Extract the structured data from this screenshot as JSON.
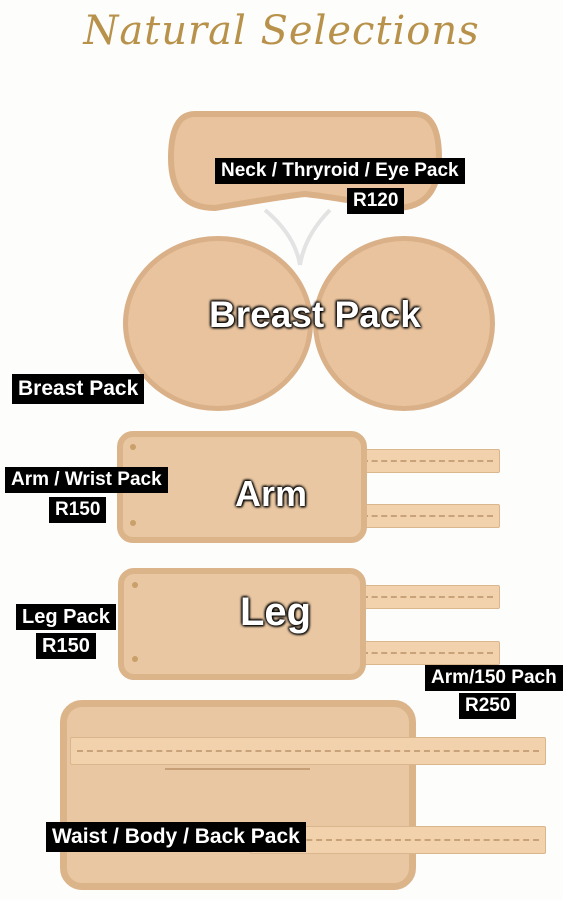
{
  "title": "Natural Selections",
  "products": {
    "eye": {
      "label": "Neck / Thryroid / Eye Pack",
      "price": "R120"
    },
    "breast": {
      "overlay": "Breast Pack",
      "label": "Breast Pack"
    },
    "arm": {
      "overlay": "Arm",
      "label": "Arm / Wrist Pack",
      "price": "R150"
    },
    "leg": {
      "overlay": "Leg",
      "label": "Leg Pack",
      "price": "R150"
    },
    "arm150": {
      "label": "Arm/150 Pach",
      "price": "R250"
    },
    "waist": {
      "label": "Waist / Body / Back Pack"
    }
  }
}
